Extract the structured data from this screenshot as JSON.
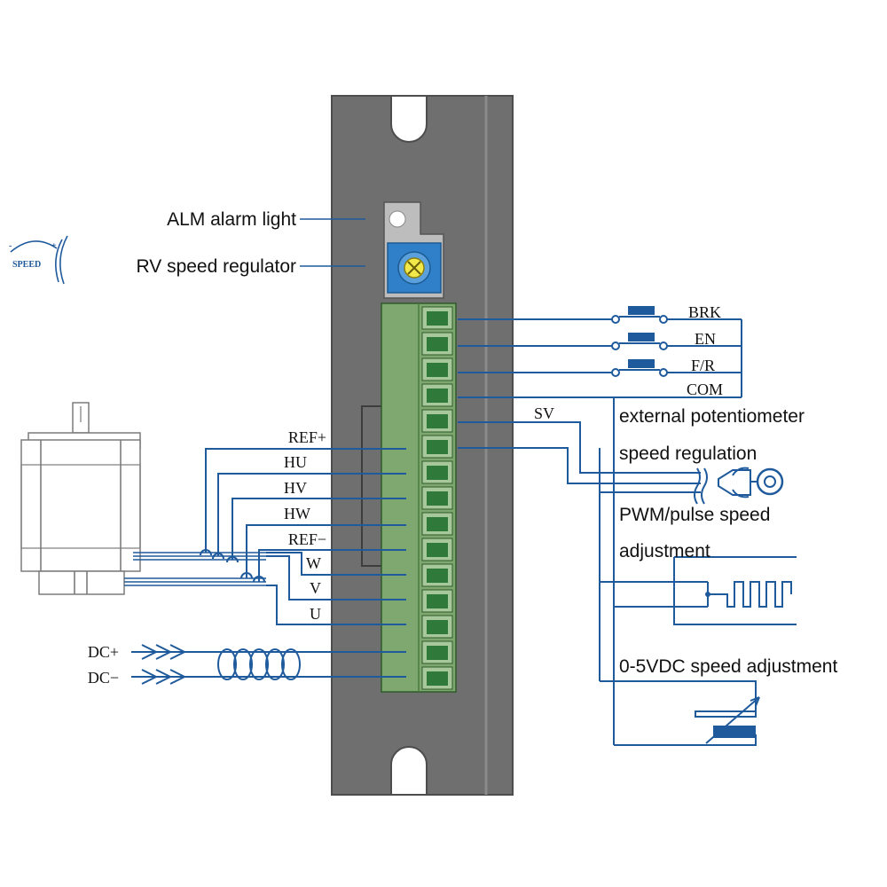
{
  "callouts": {
    "alm": "ALM alarm light",
    "rv": "RV speed regulator"
  },
  "speed_badge": "SPEED",
  "control_signals": [
    "BRK",
    "EN",
    "F/R",
    "COM"
  ],
  "sv_label": "SV",
  "motor_signals": [
    "REF+",
    "HU",
    "HV",
    "HW",
    "REF−"
  ],
  "phase_signals": [
    "W",
    "V",
    "U"
  ],
  "power_signals": [
    "DC+",
    "DC−"
  ],
  "modes": {
    "ext_pot_line1": "external potentiometer",
    "ext_pot_line2": "speed regulation",
    "pwm_line1": "PWM/pulse speed",
    "pwm_line2": "adjustment",
    "vdc": "0-5VDC speed adjustment"
  },
  "colors": {
    "driver_body": "#6f6f6f",
    "terminal_green": "#7ea86f",
    "terminal_dark": "#2f7a3a",
    "wire_blue": "#1f5a9c",
    "pot_blue": "#2f80c8",
    "pot_yellow": "#f2e84a"
  }
}
